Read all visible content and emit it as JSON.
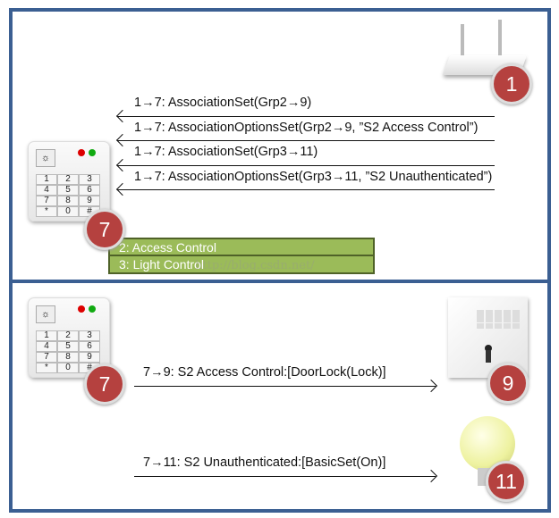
{
  "top": {
    "node_router": "1",
    "node_keypad": "7",
    "messages": [
      "1→7: AssociationSet(Grp2→9)",
      "1→7: AssociationOptionsSet(Grp2→9, ”S2 Access Control”)",
      "1→7: AssociationSet(Grp3→11)",
      "1→7: AssociationOptionsSet(Grp3→11, ”S2 Unauthenticated”)"
    ],
    "groups": [
      "2: Access Control",
      "3: Light Control"
    ]
  },
  "bottom": {
    "node_keypad": "7",
    "node_lock": "9",
    "node_bulb": "11",
    "messages": [
      "7→9: S2 Access Control:[DoorLock(Lock)]",
      "7→11: S2 Unauthenticated:[BasicSet(On)]"
    ]
  },
  "keypad_keys": [
    "1",
    "2",
    "3",
    "4",
    "5",
    "6",
    "7",
    "8",
    "9",
    "*",
    "0",
    "#"
  ],
  "watermark": "http://blog.csdn.net/",
  "colors": {
    "border": "#3b5f92",
    "badge": "#b5413f",
    "group_fill": "#9bbb59",
    "group_border": "#4f6228"
  }
}
